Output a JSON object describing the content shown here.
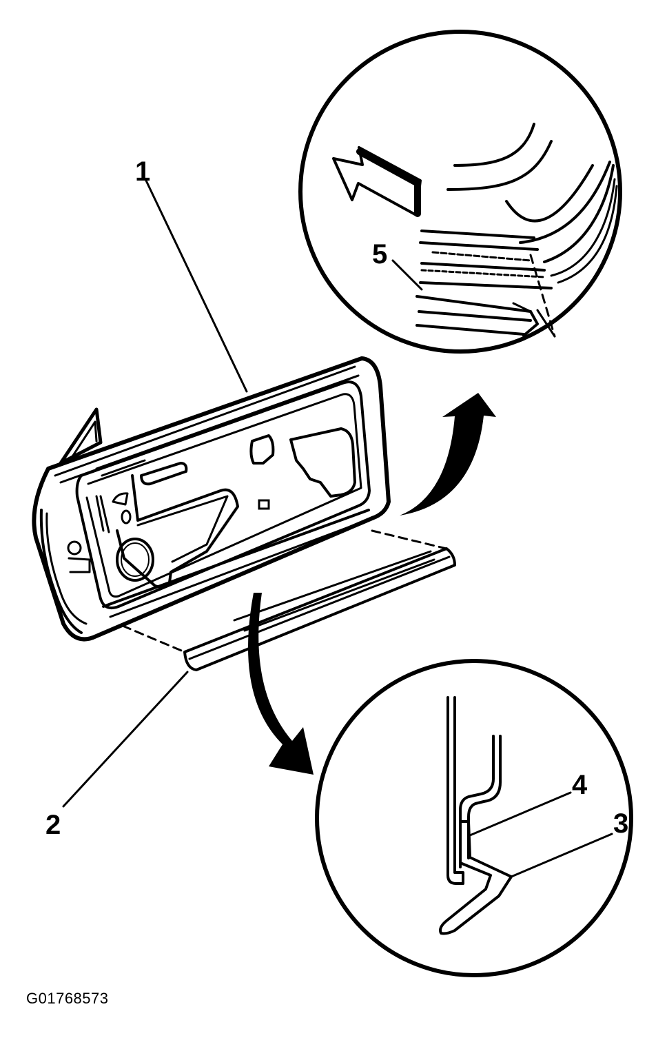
{
  "figure_id": "G01768573",
  "callouts": [
    "1",
    "2",
    "3",
    "4",
    "5"
  ],
  "colors": {
    "ink": "#000000",
    "paper": "#ffffff"
  }
}
